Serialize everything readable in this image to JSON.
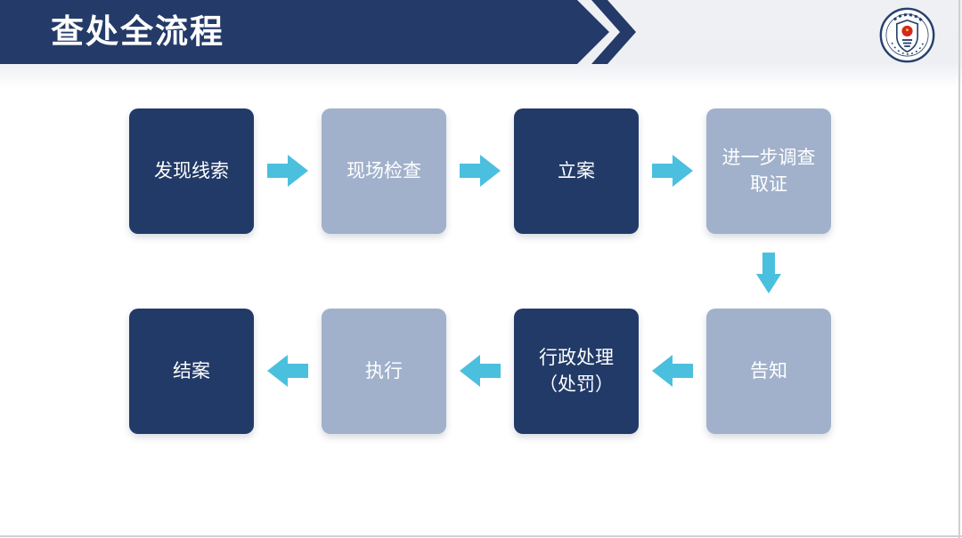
{
  "header": {
    "title": "查处全流程",
    "emblem": "national-emblem-government-seal"
  },
  "colors": {
    "band_navy": "#243a68",
    "dark_box": "#223a67",
    "light_box": "#a1b1cb",
    "arrow_cyan": "#4bbfde",
    "header_strip_bg": "#eef0f3",
    "box_text": "#ffffff",
    "edge_line": "#cdd0d4"
  },
  "flow": {
    "steps": [
      {
        "label": "发现线索",
        "variant": "dark"
      },
      {
        "label": "现场检查",
        "variant": "light"
      },
      {
        "label": "立案",
        "variant": "dark"
      },
      {
        "label": "进一步调查\n取证",
        "variant": "light"
      },
      {
        "label": "告知",
        "variant": "light"
      },
      {
        "label": "行政处理\n（处罚）",
        "variant": "dark"
      },
      {
        "label": "执行",
        "variant": "light"
      },
      {
        "label": "结案",
        "variant": "dark"
      }
    ]
  }
}
